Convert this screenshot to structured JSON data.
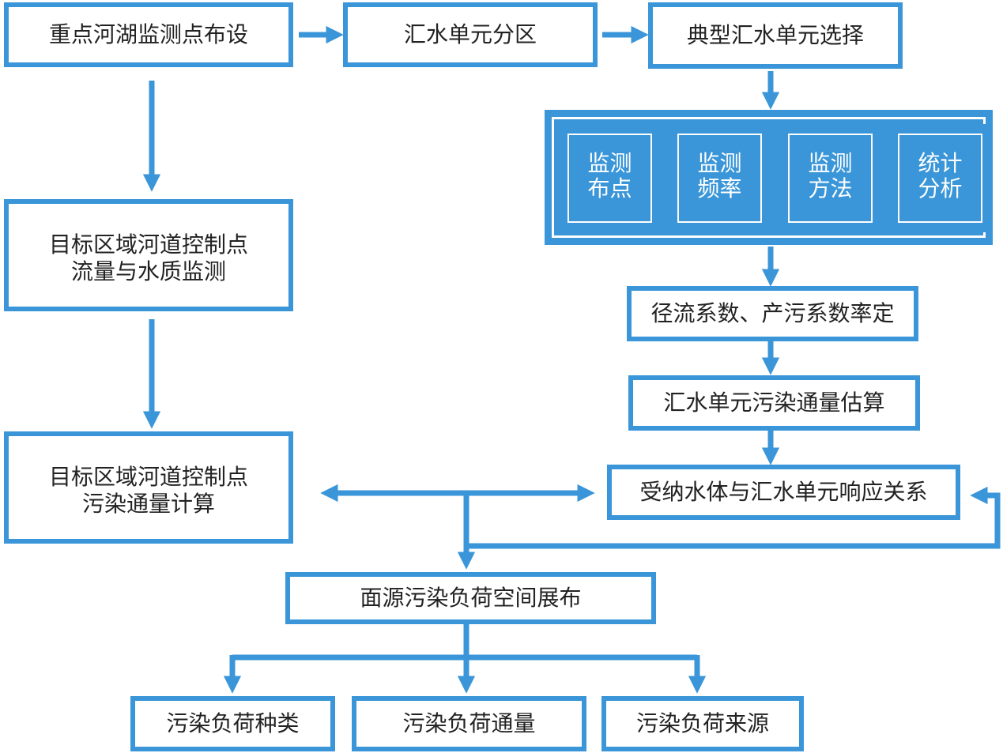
{
  "nodes": {
    "key_sites": "重点河湖监测点布设",
    "catchment_division": "汇水单元分区",
    "typical_catchment": "典型汇水单元选择",
    "target_monitoring": [
      "目标区域河道控制点",
      "流量与水质监测"
    ],
    "target_flux": [
      "目标区域河道控制点",
      "污染通量计算"
    ],
    "coefficients": "径流系数、产污系数率定",
    "unit_flux": "汇水单元污染通量估算",
    "response": "受纳水体与汇水单元响应关系",
    "spatial": "面源污染负荷空间展布",
    "load_types": "污染负荷种类",
    "load_flux": "污染负荷通量",
    "load_sources": "污染负荷来源"
  },
  "methods": [
    [
      "监测",
      "布点"
    ],
    [
      "监测",
      "频率"
    ],
    [
      "监测",
      "方法"
    ],
    [
      "统计",
      "分析"
    ]
  ],
  "colors": {
    "accent": "#3a96d8",
    "text": "#222222"
  }
}
